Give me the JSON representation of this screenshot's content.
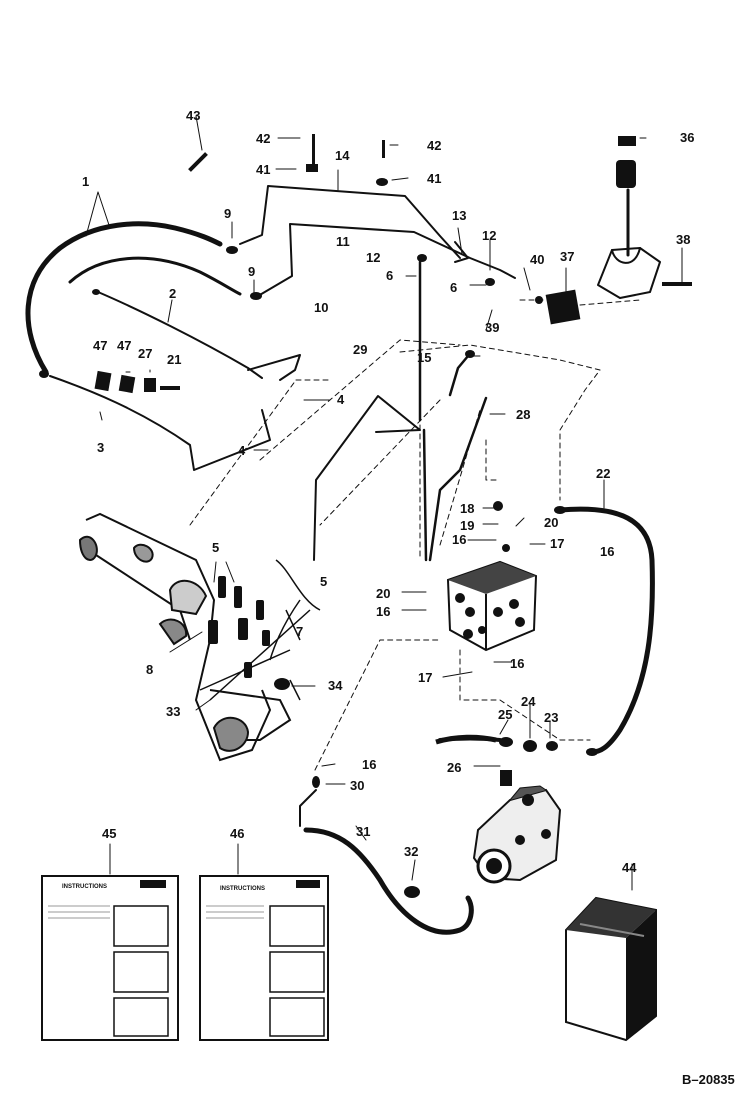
{
  "figure_ref": "B–20835",
  "callouts": {
    "c1": "1",
    "c2": "2",
    "c3": "3",
    "c4a": "4",
    "c4b": "4",
    "c5a": "5",
    "c5b": "5",
    "c6a": "6",
    "c6b": "6",
    "c7": "7",
    "c8": "8",
    "c9a": "9",
    "c9b": "9",
    "c10": "10",
    "c11": "11",
    "c12a": "12",
    "c12b": "12",
    "c13": "13",
    "c14": "14",
    "c15": "15",
    "c16a": "16",
    "c16b": "16",
    "c16c": "16",
    "c16d": "16",
    "c16e": "16",
    "c17a": "17",
    "c17b": "17",
    "c18": "18",
    "c19": "19",
    "c20a": "20",
    "c20b": "20",
    "c21": "21",
    "c22": "22",
    "c23": "23",
    "c24": "24",
    "c25": "25",
    "c26": "26",
    "c27": "27",
    "c28": "28",
    "c29": "29",
    "c30": "30",
    "c31": "31",
    "c32": "32",
    "c33": "33",
    "c34": "34",
    "c36": "36",
    "c37": "37",
    "c38": "38",
    "c39": "39",
    "c40": "40",
    "c41a": "41",
    "c41b": "41",
    "c42a": "42",
    "c42b": "42",
    "c43": "43",
    "c44": "44",
    "c45": "45",
    "c46": "46",
    "c47a": "47",
    "c47b": "47"
  },
  "sheets": {
    "left_title": "INSTRUCTIONS",
    "right_title": "INSTRUCTIONS"
  }
}
